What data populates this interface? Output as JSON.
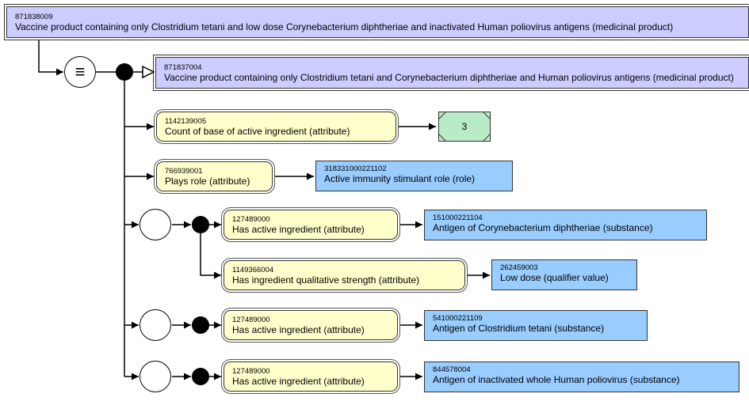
{
  "focus": {
    "sctid": "871838009",
    "term": "Vaccine product containing only Clostridium tetani and low dose Corynebacterium diphtheriae and inactivated Human poliovirus antigens (medicinal product)"
  },
  "equivalence_symbol": "≡",
  "parent": {
    "sctid": "871837004",
    "term": "Vaccine product containing only Clostridium tetani and Corynebacterium diphtheriae and Human poliovirus antigens (medicinal product)"
  },
  "ungrouped": [
    {
      "attribute": {
        "sctid": "1142139005",
        "term": "Count of base of active ingredient (attribute)"
      },
      "value_concrete": "3"
    },
    {
      "attribute": {
        "sctid": "766939001",
        "term": "Plays role (attribute)"
      },
      "value": {
        "sctid": "318331000221102",
        "term": "Active immunity stimulant role (role)"
      }
    }
  ],
  "groups": [
    {
      "rels": [
        {
          "attribute": {
            "sctid": "127489000",
            "term": "Has active ingredient (attribute)"
          },
          "value": {
            "sctid": "151000221104",
            "term": "Antigen of Corynebacterium diphtheriae (substance)"
          }
        },
        {
          "attribute": {
            "sctid": "1149366004",
            "term": "Has ingredient qualitative strength (attribute)"
          },
          "value": {
            "sctid": "262459003",
            "term": "Low dose (qualifier value)"
          }
        }
      ]
    },
    {
      "rels": [
        {
          "attribute": {
            "sctid": "127489000",
            "term": "Has active ingredient (attribute)"
          },
          "value": {
            "sctid": "541000221109",
            "term": "Antigen of Clostridium tetani (substance)"
          }
        }
      ]
    },
    {
      "rels": [
        {
          "attribute": {
            "sctid": "127489000",
            "term": "Has active ingredient (attribute)"
          },
          "value": {
            "sctid": "844578004",
            "term": "Antigen of inactivated whole Human poliovirus (substance)"
          }
        }
      ]
    }
  ]
}
